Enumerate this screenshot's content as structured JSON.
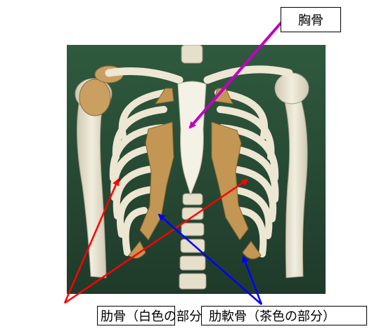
{
  "labels": {
    "sternum": "胸骨",
    "rib": "肋骨（白色の部分）",
    "costal_cartilage": "肋軟骨（茶色の部分）"
  },
  "colors": {
    "sternum_arrow": "#c000c0",
    "rib_arrow": "#ff0000",
    "cartilage_arrow": "#0000ff",
    "photo_background": "#2c4a36",
    "bone": "#e8e2cf",
    "cartilage": "#c49a5a"
  }
}
